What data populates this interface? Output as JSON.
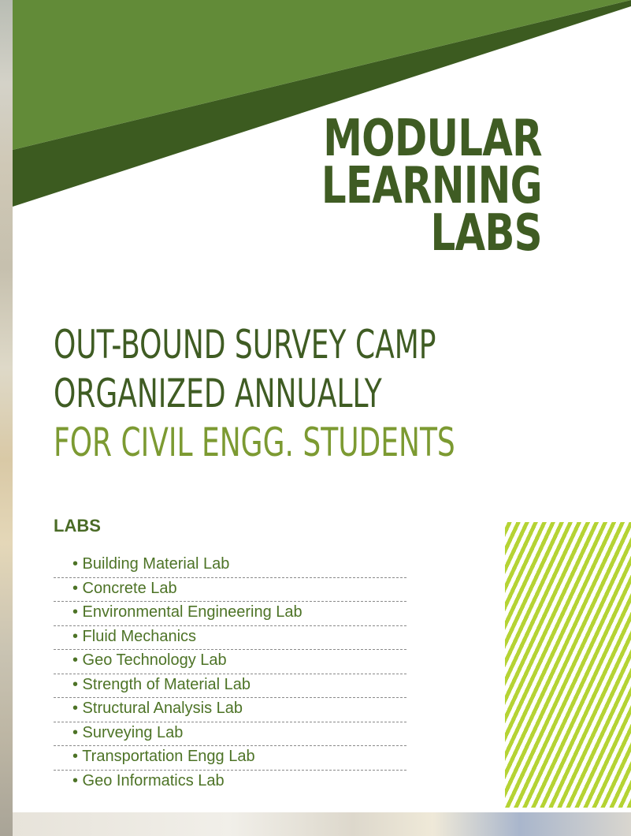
{
  "title": {
    "lines": [
      "MODULAR",
      "LEARNING",
      "LABS"
    ]
  },
  "headline": {
    "line1": "OUT-BOUND SURVEY CAMP",
    "line2": "ORGANIZED ANNUALLY",
    "line3": "FOR CIVIL ENGG. STUDENTS"
  },
  "labs": {
    "heading": "LABS",
    "items": [
      "• Building Material Lab",
      "• Concrete Lab",
      "• Environmental Engineering Lab",
      "• Fluid Mechanics",
      "• Geo Technology Lab",
      "• Strength of Material Lab",
      "• Structural Analysis Lab",
      "• Surveying Lab",
      "• Transportation Engg Lab",
      "• Geo Informatics Lab"
    ]
  },
  "colors": {
    "dark_green": "#3f5c23",
    "light_green": "#7c9a32",
    "accent_lime": "#b5d334"
  }
}
